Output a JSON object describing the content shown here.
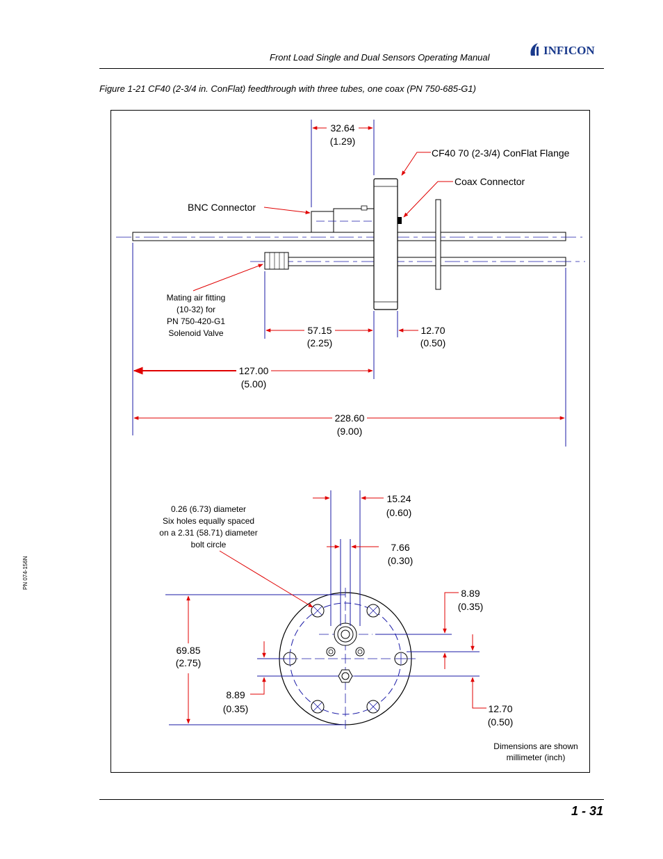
{
  "header": {
    "manual_title": "Front Load Single and Dual Sensors Operating Manual",
    "logo_text": "INFICON"
  },
  "figure": {
    "caption": "Figure 1-21  CF40 (2-3/4 in. ConFlat) feedthrough with three tubes, one coax (PN 750-685-G1)",
    "side_view": {
      "callouts": {
        "flange": "CF40 70 (2-3/4) ConFlat Flange",
        "coax": "Coax Connector",
        "bnc": "BNC Connector",
        "air_fitting": [
          "Mating air fitting",
          "(10-32) for",
          "PN 750-420-G1",
          "Solenoid Valve"
        ]
      },
      "dimensions": {
        "d1": {
          "mm": "32.64",
          "in": "(1.29)"
        },
        "d2": {
          "mm": "57.15",
          "in": "(2.25)"
        },
        "d3": {
          "mm": "12.70",
          "in": "(0.50)"
        },
        "d4": {
          "mm": "127.00",
          "in": "(5.00)"
        },
        "d5": {
          "mm": "228.60",
          "in": "(9.00)"
        }
      }
    },
    "end_view": {
      "hole_note": [
        "0.26 (6.73) diameter",
        "Six holes equally spaced",
        "on a 2.31 (58.71) diameter",
        "bolt circle"
      ],
      "dimensions": {
        "d1": {
          "mm": "15.24",
          "in": "(0.60)"
        },
        "d2": {
          "mm": "7.66",
          "in": "(0.30)"
        },
        "d3": {
          "mm": "8.89",
          "in": "(0.35)"
        },
        "d4": {
          "mm": "69.85",
          "in": "(2.75)"
        },
        "d5": {
          "mm": "8.89",
          "in": "(0.35)"
        },
        "d6": {
          "mm": "12.70",
          "in": "(0.50)"
        }
      }
    },
    "units_note": [
      "Dimensions are shown",
      "millimeter (inch)"
    ]
  },
  "footer": {
    "part_number": "PN 074-156N",
    "page": "1 - 31"
  }
}
